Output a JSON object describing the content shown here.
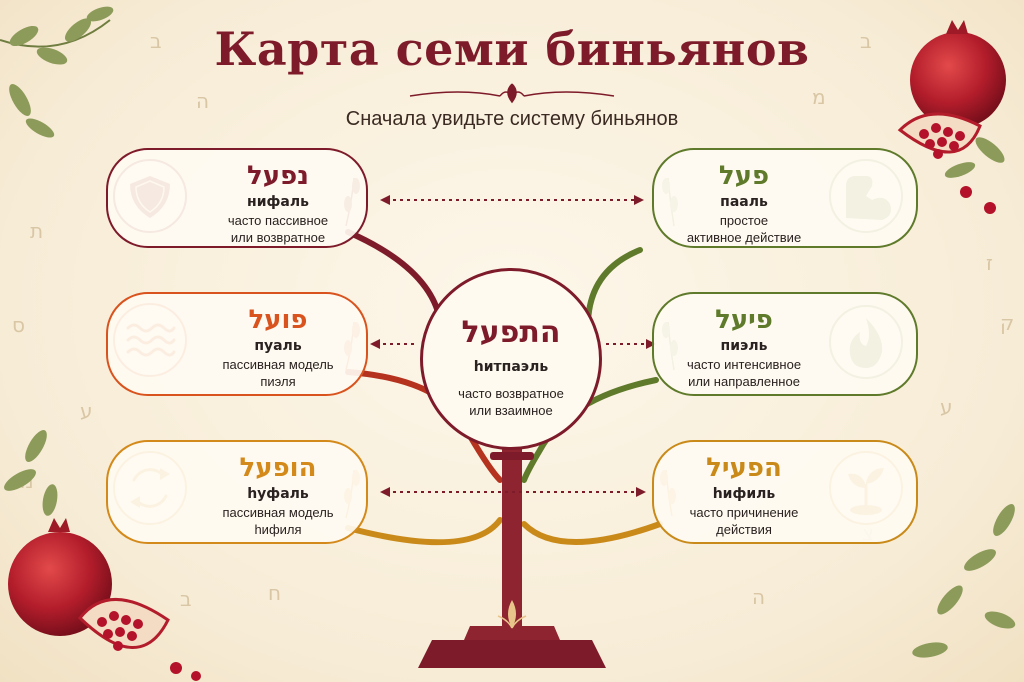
{
  "title": "Карта семи биньянов",
  "subtitle": "Сначала увидьте систему биньянов",
  "colors": {
    "niphal": "#7e1b2a",
    "pual": "#d9531e",
    "hophal": "#d48a1a",
    "paal": "#5e7a2a",
    "piel": "#5e7a2a",
    "hiphil": "#c98a1a",
    "hitpael": "#7e1b2a"
  },
  "binyanim": {
    "niphal": {
      "hebrew": "נפעל",
      "name": "нифаль",
      "desc": "часто пассивное\nили возвратное",
      "icon": "shield-icon"
    },
    "pual": {
      "hebrew": "פועל",
      "name": "пуаль",
      "desc": "пассивная модель\nпиэля",
      "icon": "waves-icon"
    },
    "hophal": {
      "hebrew": "הופעל",
      "name": "hуфаль",
      "desc": "пассивная модель\nhифиля",
      "icon": "cycle-arrows-icon"
    },
    "paal": {
      "hebrew": "פעל",
      "name": "пааль",
      "desc": "простое\nактивное действие",
      "icon": "flexed-arm-icon"
    },
    "piel": {
      "hebrew": "פיעל",
      "name": "пиэль",
      "desc": "часто интенсивное\nили направленное",
      "icon": "flame-icon"
    },
    "hiphil": {
      "hebrew": "הפעיל",
      "name": "hифиль",
      "desc": "часто причинение\nдействия",
      "icon": "sprout-icon"
    },
    "hitpael": {
      "hebrew": "התפעל",
      "name": "hитпаэль",
      "desc": "часто возвратное\nили взаимное"
    }
  }
}
